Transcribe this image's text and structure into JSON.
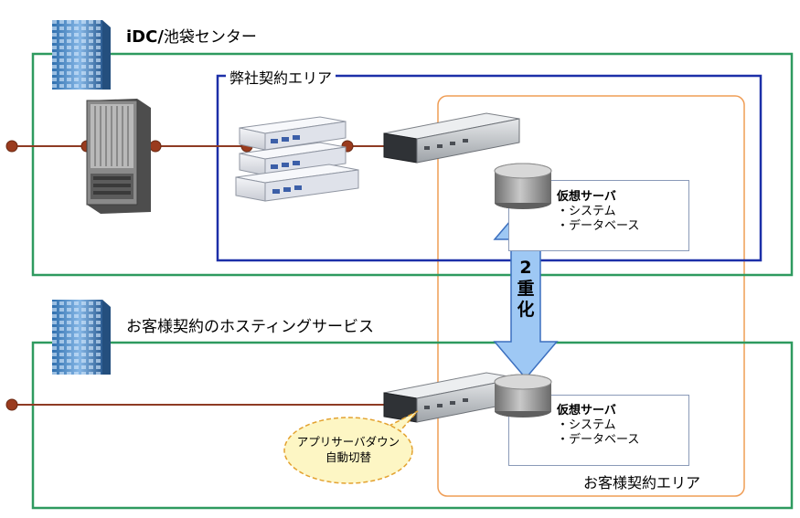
{
  "sites": [
    {
      "title_prefix": "iDC/",
      "title_main": "池袋センター",
      "icon": "office-building-icon"
    },
    {
      "title": "お客様契約のホスティングサービス",
      "icon": "office-building-icon"
    }
  ],
  "areas": {
    "company": "弊社契約エリア",
    "customer": "お客様契約エリア"
  },
  "vm_servers": [
    {
      "title": "仮想サーバ",
      "items": [
        "・システム",
        "・データベース"
      ]
    },
    {
      "title": "仮想サーバ",
      "items": [
        "・システム",
        "・データベース"
      ]
    }
  ],
  "redundancy_label": [
    "2",
    "重",
    "化"
  ],
  "callout": [
    "アプリサーバダウン",
    "自動切替"
  ],
  "colors": {
    "site_border": "#2e9a5f",
    "company_area_border": "#1c2fa8",
    "customer_area_border": "#ef9d55",
    "network_line": "#8e3b24",
    "network_node": "#9a3b1e",
    "double_arrow": "#9ec8f4",
    "callout_fill": "#fdf6c4",
    "callout_border": "#e3a230"
  },
  "icons": [
    "office-building-icon",
    "chassis-switch-icon",
    "network-appliance-stack-icon",
    "rack-server-icon",
    "disk-storage-icon"
  ]
}
